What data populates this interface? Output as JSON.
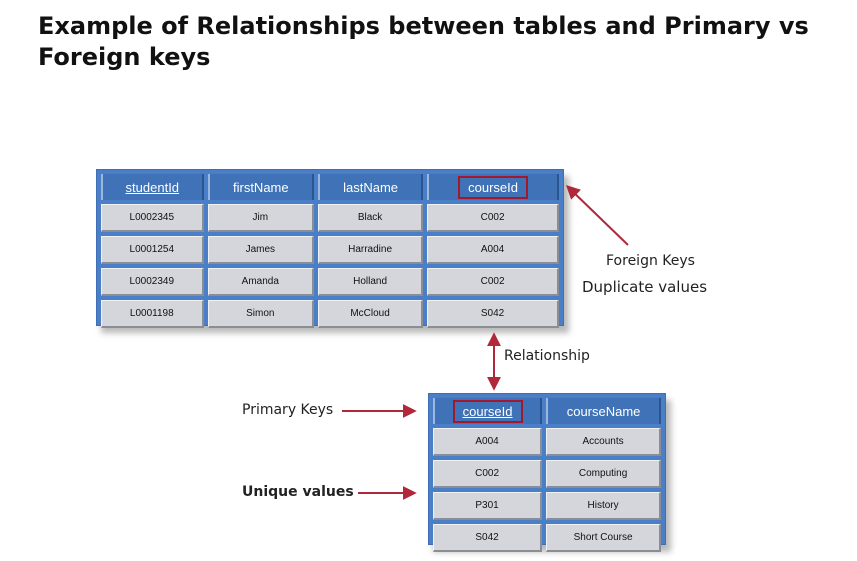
{
  "page": {
    "title": "Example of Relationships between tables and Primary vs Foreign keys"
  },
  "students_table": {
    "columns": [
      "studentId",
      "firstName",
      "lastName",
      "courseId"
    ],
    "rows": [
      [
        "L0002345",
        "Jim",
        "Black",
        "C002"
      ],
      [
        "L0001254",
        "James",
        "Harradine",
        "A004"
      ],
      [
        "L0002349",
        "Amanda",
        "Holland",
        "C002"
      ],
      [
        "L0001198",
        "Simon",
        "McCloud",
        "S042"
      ]
    ]
  },
  "courses_table": {
    "columns": [
      "courseId",
      "courseName"
    ],
    "rows": [
      [
        "A004",
        "Accounts"
      ],
      [
        "C002",
        "Computing"
      ],
      [
        "P301",
        "History"
      ],
      [
        "S042",
        "Short Course"
      ]
    ]
  },
  "labels": {
    "foreign_keys": "Foreign Keys",
    "duplicate_values": "Duplicate values",
    "relationship": "Relationship",
    "primary_keys": "Primary Keys",
    "unique_values": "Unique values"
  },
  "colors": {
    "table_header_blue": "#3f72b6",
    "table_frame_blue": "#4a7ec7",
    "cell_gray": "#d4d6db",
    "accent_red": "#a3182b"
  }
}
